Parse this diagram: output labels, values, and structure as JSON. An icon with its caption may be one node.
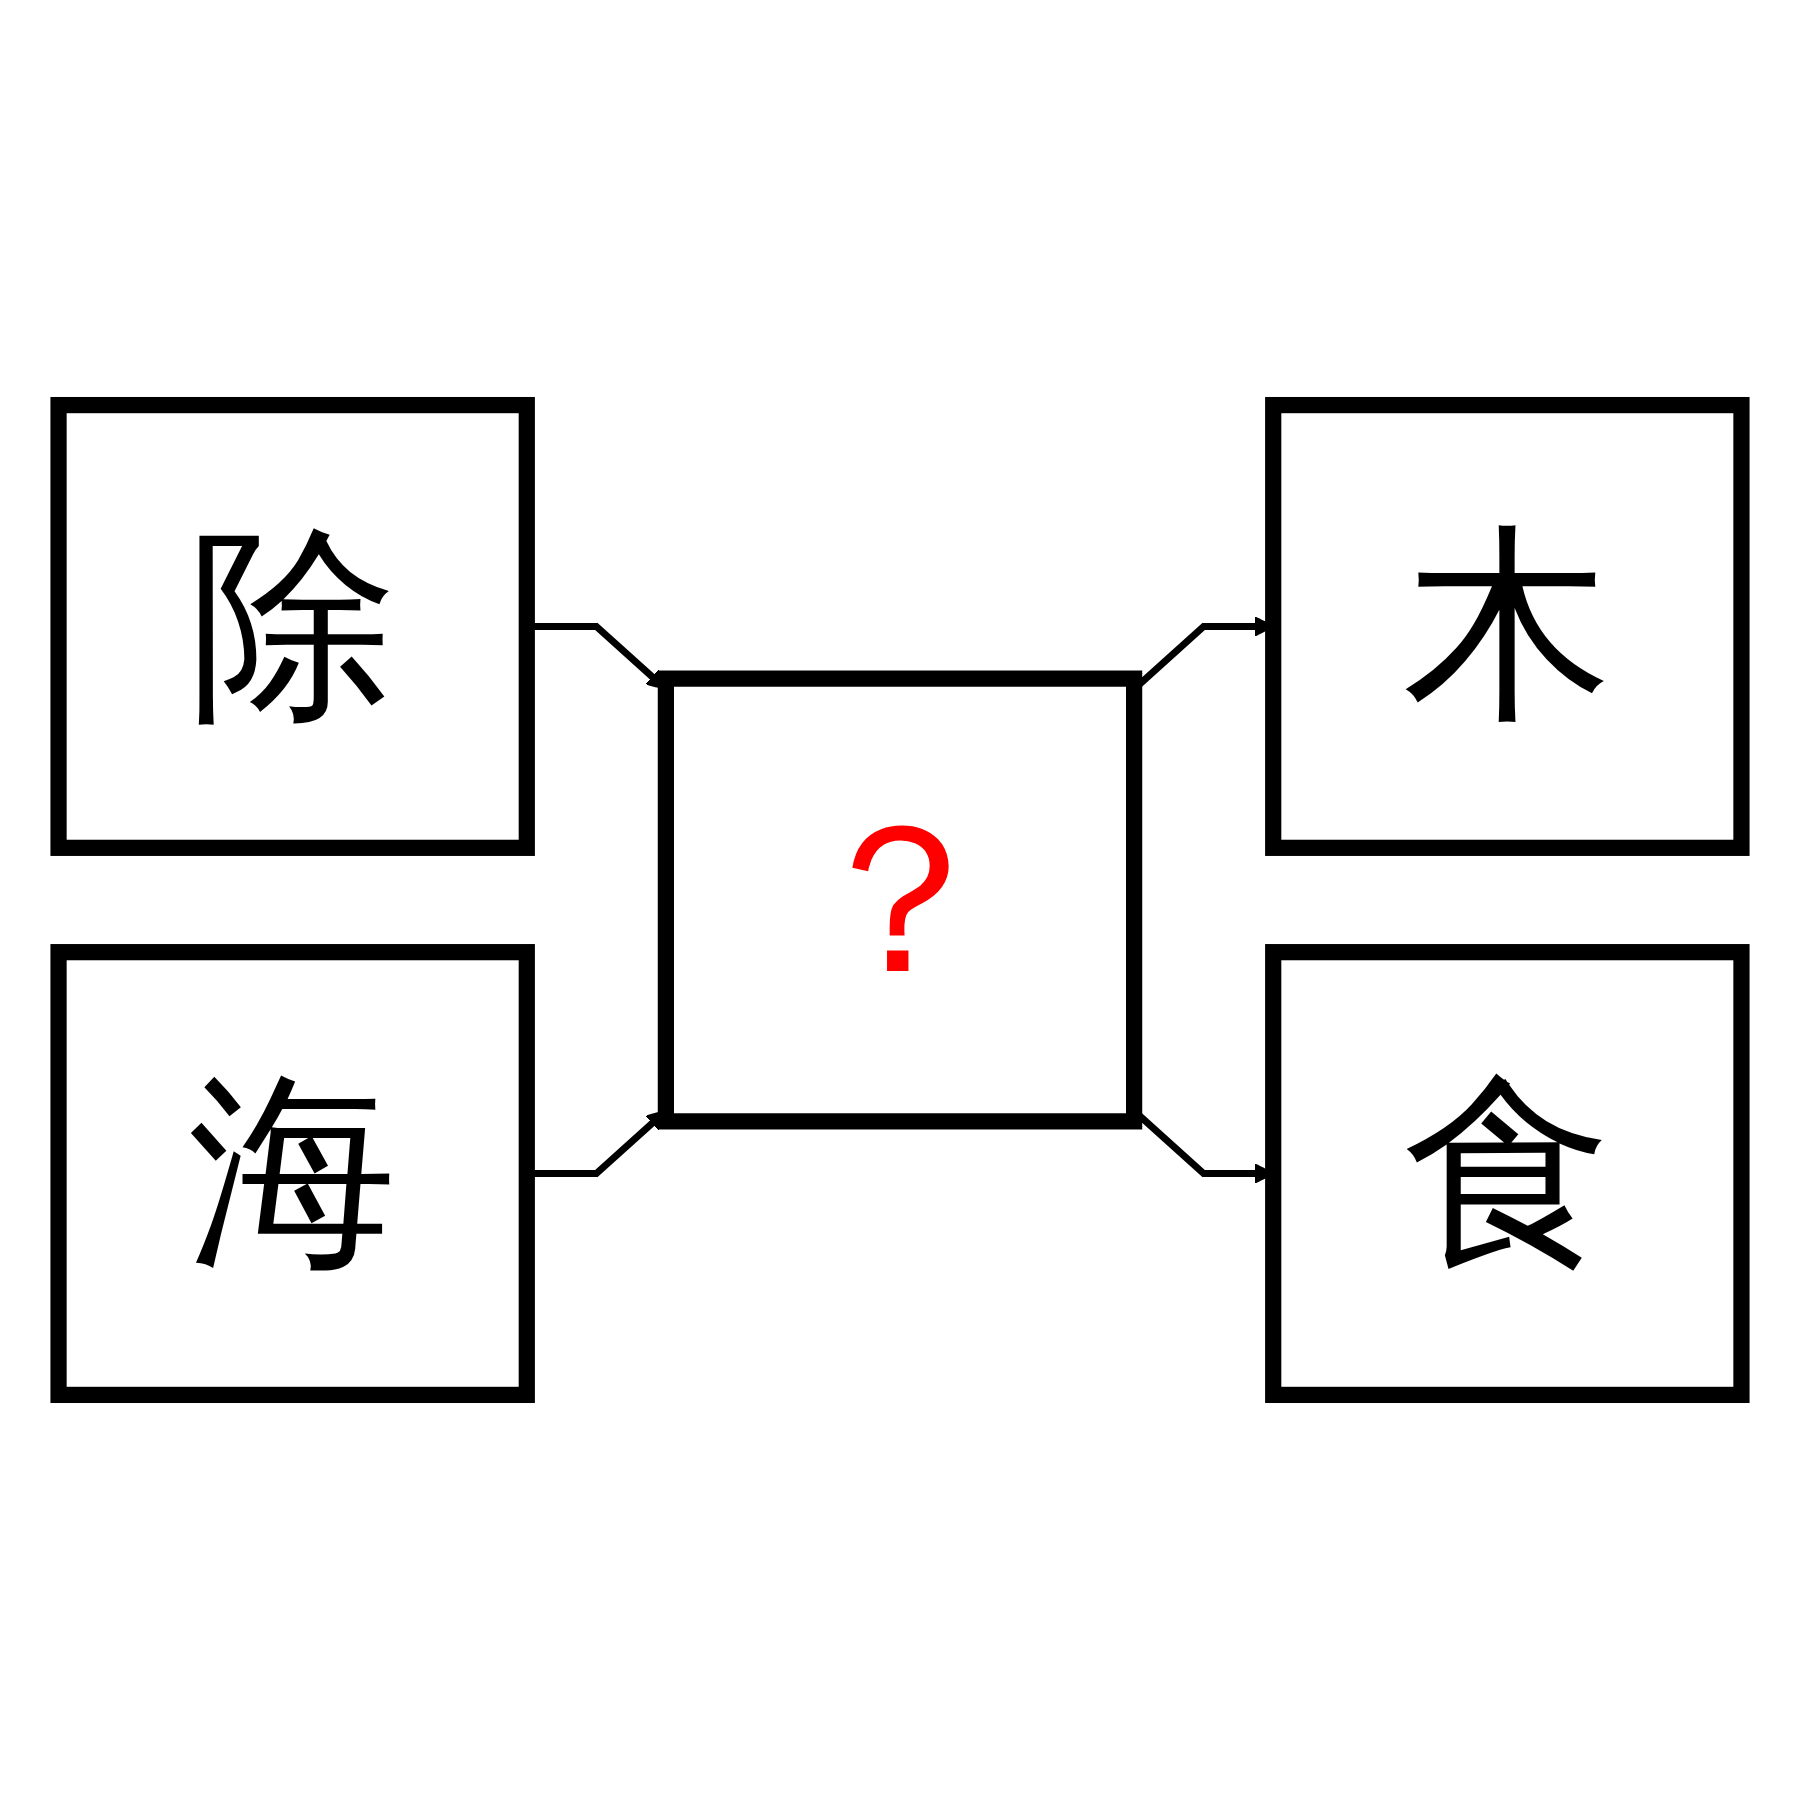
{
  "diagram": {
    "nodes": [
      {
        "text": [
          "除"
        ]
      },
      {
        "text": [
          "海"
        ]
      },
      {
        "text": [
          "？"
        ]
      },
      {
        "text": [
          "木"
        ]
      },
      {
        "text": [
          "食"
        ]
      }
    ],
    "edges": [
      {
        "from": 0,
        "to": 2,
        "arrow": "to"
      },
      {
        "from": 1,
        "to": 2,
        "arrow": "to"
      },
      {
        "from": 2,
        "to": 3,
        "arrow": "to"
      },
      {
        "from": 2,
        "to": 4,
        "arrow": "to"
      }
    ]
  }
}
